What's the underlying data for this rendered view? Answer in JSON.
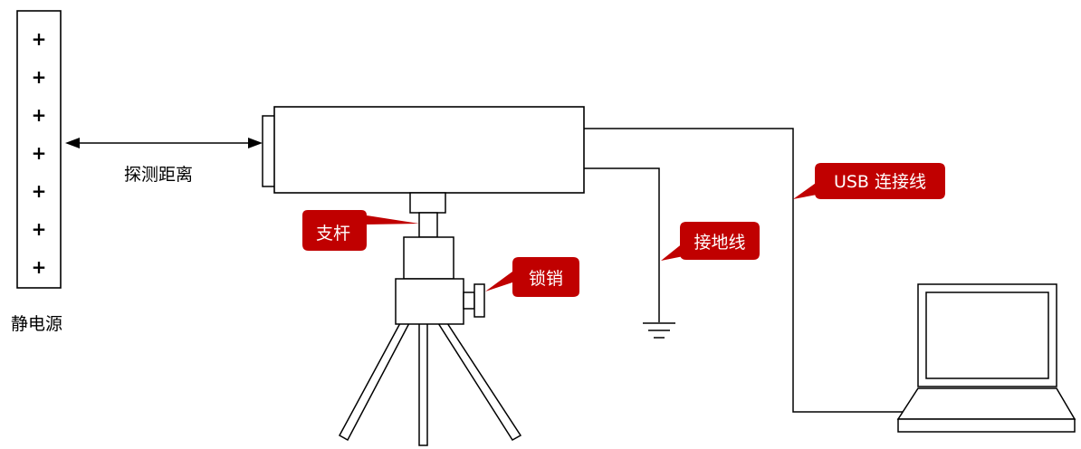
{
  "diagram": {
    "source_plus_signs": [
      "+",
      "+",
      "+",
      "+",
      "+",
      "+",
      "+"
    ],
    "labels": {
      "source": "静电源",
      "distance": "探测距离",
      "rod": "支杆",
      "lock_pin": "锁销",
      "ground_wire": "接地线",
      "usb_cable": "USB 连接线"
    },
    "colors": {
      "callout_fill": "#c00000",
      "callout_text": "#ffffff",
      "line": "#000000"
    }
  }
}
